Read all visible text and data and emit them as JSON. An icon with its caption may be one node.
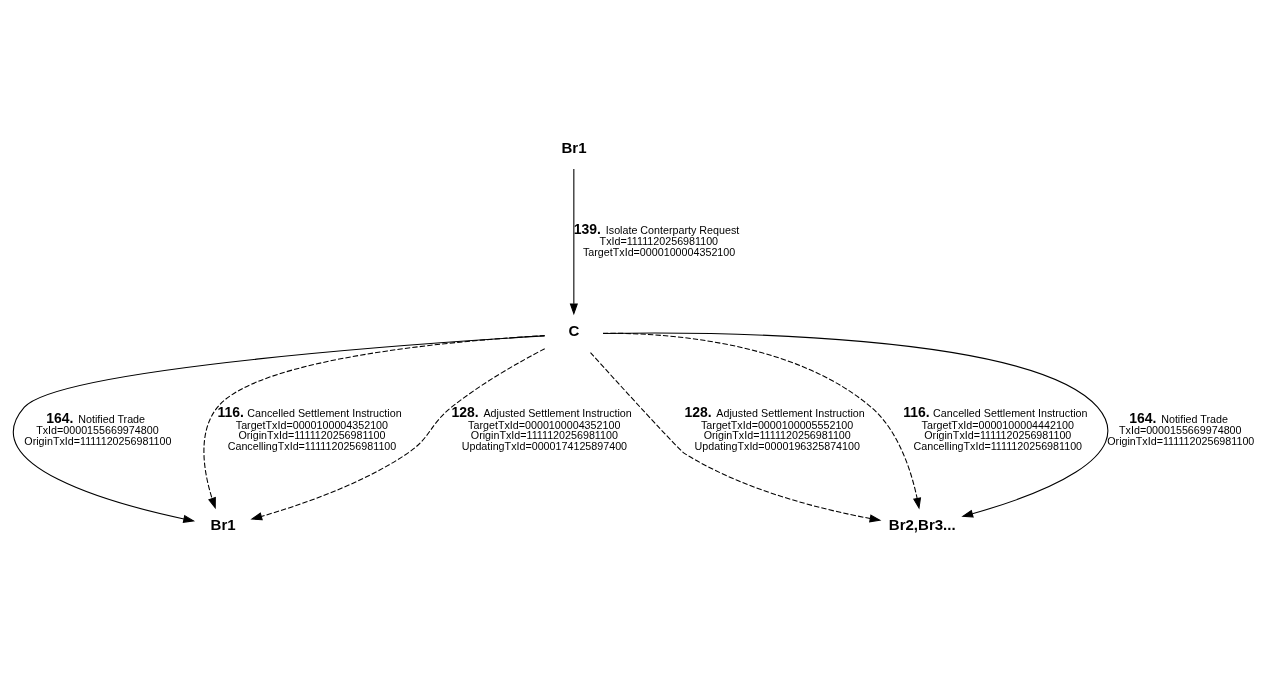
{
  "diagram": {
    "nodes": [
      {
        "text": [
          "Br1"
        ]
      },
      {
        "text": [
          "C"
        ]
      },
      {
        "text": [
          "Br1"
        ]
      },
      {
        "text": [
          "Br2,Br3..."
        ]
      }
    ],
    "edges": [
      {
        "from": 0,
        "to": 1,
        "arrow": "to",
        "label": "**139.** Isolate Conterparty Request TxId=1111120256981100 TargetTxId=0000100004352100"
      },
      {
        "from": 1,
        "to": 2,
        "arrow": "to",
        "label": "**164.** Notified Trade TxId=0000155669974800 OriginTxId=1111120256981100"
      },
      {
        "from": 1,
        "to": 2,
        "arrow": "to",
        "style": "dashed",
        "label": "**116.** Cancelled Settlement Instruction TargetTxId=0000100004352100 OriginTxId=1111120256981100 CancellingTxId=1111120256981100"
      },
      {
        "from": 1,
        "to": 2,
        "arrow": "to",
        "style": "dashed",
        "label": "**128.** Adjusted Settlement Instruction TargetTxId=0000100004352100 OriginTxId=1111120256981100 UpdatingTxId=0000174125897400"
      },
      {
        "from": 1,
        "to": 3,
        "arrow": "to",
        "style": "dashed",
        "label": "**128.** Adjusted Settlement Instruction TargetTxId=0000100005552100 OriginTxId=1111120256981100 UpdatingTxId=0000196325874100"
      },
      {
        "from": 1,
        "to": 3,
        "arrow": "to",
        "style": "dashed",
        "label": "**116.** Cancelled Settlement Instruction TargetTxId=0000100004442100 OriginTxId=1111120256981100 CancellingTxId=1111120256981100"
      },
      {
        "from": 1,
        "to": 3,
        "arrow": "to",
        "label": "**164.** Notified Trade TxId=0000155669974800 OriginTxId=1111120256981100"
      }
    ]
  }
}
